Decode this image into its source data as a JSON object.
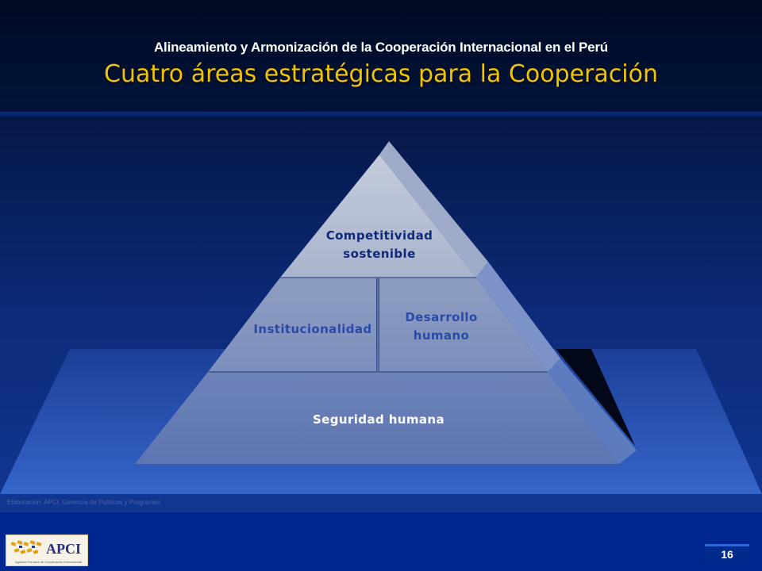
{
  "header": {
    "subtitle": "Alineamiento y Armonización de la Cooperación Internacional en el Perú",
    "title": "Cuatro áreas estratégicas para la Cooperación"
  },
  "pyramid": {
    "top": "Competitividad sostenible",
    "middle_left": "Institucionalidad",
    "middle_right": "Desarrollo humano",
    "base": "Seguridad humana"
  },
  "footer": {
    "source_note": "Elaboración: APCI, Gerencia de Políticas y Programas",
    "logo_text": "APCI",
    "logo_tagline": "Agencia Peruana de Cooperación Internacional",
    "page_number": "16"
  }
}
